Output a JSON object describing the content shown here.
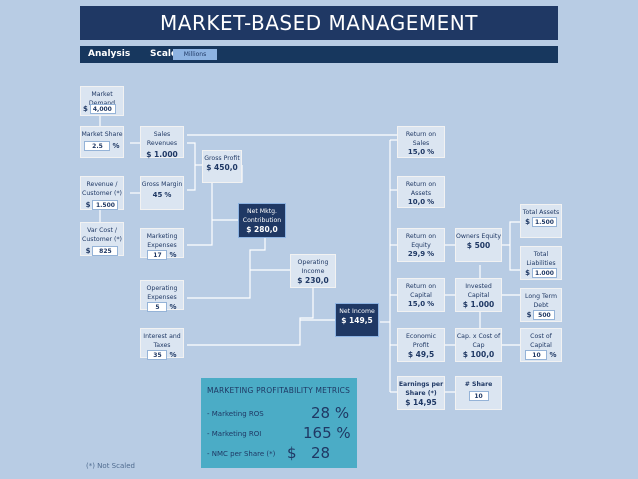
{
  "header": {
    "title": "MARKET-BASED MANAGEMENT"
  },
  "subheader": {
    "analysis": "Analysis",
    "scale": "Scale",
    "scale_value": "Millions"
  },
  "nodes": {
    "market_demand": {
      "label": "Market Demand",
      "prefix": "$",
      "value": "4,000"
    },
    "market_share": {
      "label": "Market Share",
      "value": "2.5",
      "suffix": "%"
    },
    "revenue_customer": {
      "label": "Revenue / Customer (*)",
      "prefix": "$",
      "value": "1.500"
    },
    "var_cost_customer": {
      "label": "Var Cost / Customer (*)",
      "prefix": "$",
      "value": "825"
    },
    "sales_revenues": {
      "label": "Sales Revenues",
      "value": "$ 1.000"
    },
    "gross_margin": {
      "label": "Gross Margin",
      "value": "45",
      "suffix": "%"
    },
    "marketing_expenses": {
      "label": "Marketing Expenses",
      "value": "17",
      "suffix": "%"
    },
    "operating_expenses": {
      "label": "Operating Expenses",
      "value": "5",
      "suffix": "%"
    },
    "interest_taxes": {
      "label": "Interest and Taxes",
      "value": "35",
      "suffix": "%"
    },
    "gross_profit": {
      "label": "Gross Profit",
      "value": "$ 450,0"
    },
    "net_mktg_contribution": {
      "label": "Net Mktg. Contribution",
      "value": "$ 280,0"
    },
    "operating_income": {
      "label": "Operating Income",
      "value": "$ 230,0"
    },
    "net_income": {
      "label": "Net Income",
      "value": "$ 149,5"
    },
    "return_on_sales": {
      "label": "Return on Sales",
      "value": "15,0",
      "suffix": "%"
    },
    "return_on_assets": {
      "label": "Return on Assets",
      "value": "10,0",
      "suffix": "%"
    },
    "return_on_equity": {
      "label": "Return on Equity",
      "value": "29,9",
      "suffix": "%"
    },
    "return_on_capital": {
      "label": "Return on Capital",
      "value": "15,0",
      "suffix": "%"
    },
    "economic_profit": {
      "label": "Economic Profit",
      "value": "$ 49,5"
    },
    "earnings_per_share": {
      "label": "Earnings per Share (*)",
      "value": "$ 14,95"
    },
    "owners_equity": {
      "label": "Owners Equity",
      "value": "$ 500"
    },
    "invested_capital": {
      "label": "Invested Capital",
      "value": "$ 1.000"
    },
    "cap_cost_of_cap": {
      "label": "Cap. x Cost of Cap",
      "value": "$ 100,0"
    },
    "num_shares": {
      "label": "# Share",
      "value": "10"
    },
    "total_assets": {
      "label": "Total Assets",
      "prefix": "$",
      "value": "1.500"
    },
    "total_liabilities": {
      "label": "Total Liabilities",
      "prefix": "$",
      "value": "1.000"
    },
    "long_term_debt": {
      "label": "Long Term Debt",
      "prefix": "$",
      "value": "500"
    },
    "cost_of_capital": {
      "label": "Cost of Capital",
      "value": "10",
      "suffix": "%"
    }
  },
  "metrics": {
    "title": "MARKETING PROFITABILITY METRICS",
    "rows": [
      {
        "label": "- Marketing ROS",
        "value": "28 %"
      },
      {
        "label": "- Marketing ROI",
        "value": "165 %"
      },
      {
        "label": "- NMC per Share (*)",
        "prefix": "$",
        "value": "28"
      }
    ]
  },
  "footnote": "(*) Not Scaled",
  "colors": {
    "background": "#b8cce4",
    "dark_navy": "#1f3864",
    "node_fill": "#dbe5f1",
    "metrics_fill": "#4bacc6"
  }
}
